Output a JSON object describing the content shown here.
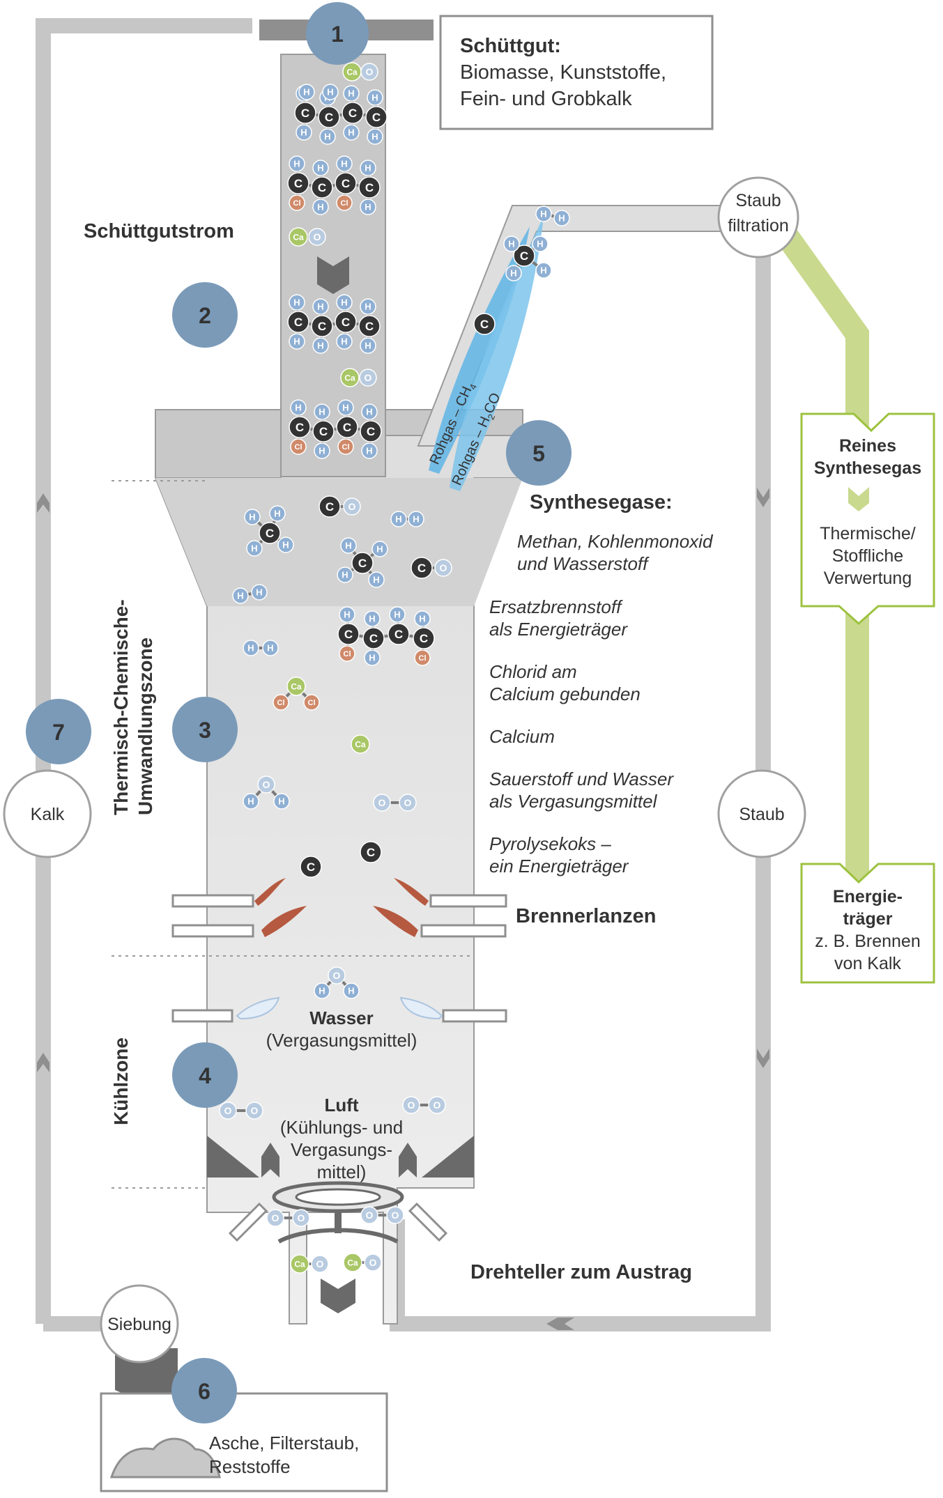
{
  "steps": [
    "1",
    "2",
    "3",
    "4",
    "5",
    "6",
    "7"
  ],
  "labels": {
    "schuettgut_title": "Schüttgut:",
    "schuettgut_line1": "Biomasse, Kunststoffe,",
    "schuettgut_line2": "Fein- und Grobkalk",
    "schuettgutstrom": "Schüttgutstrom",
    "synthesegase": "Synthesegase:",
    "methan_l1": "Methan, Kohlenmonoxid",
    "methan_l2": "und Wasserstoff",
    "ersatz_l1": "Ersatzbrennstoff",
    "ersatz_l2": "als Energieträger",
    "chlorid_l1": "Chlorid am",
    "chlorid_l2": "Calcium gebunden",
    "calcium": "Calcium",
    "sauer_l1": "Sauerstoff und Wasser",
    "sauer_l2": "als Vergasungsmittel",
    "pyro_l1": "Pyrolysekoks –",
    "pyro_l2": "ein Energieträger",
    "brennerlanzen": "Brennerlanzen",
    "wasser": "Wasser",
    "wasser_sub": "(Vergasungsmittel)",
    "luft": "Luft",
    "luft_l1": "(Kühlungs- und",
    "luft_l2": "Vergasungs-",
    "luft_l3": "mittel)",
    "drehteller": "Drehteller zum Austrag",
    "zone1_l1": "Thermisch-Chemische-",
    "zone1_l2": "Umwandlungszone",
    "zone2": "Kühlzone",
    "staub_f1": "Staub",
    "staub_f2": "filtration",
    "staub": "Staub",
    "kalk": "Kalk",
    "siebung": "Siebung",
    "asche_l1": "Asche, Filterstaub,",
    "asche_l2": "Reststoffe",
    "reines_l1": "Reines",
    "reines_l2": "Synthesegas",
    "thermische_l1": "Thermische/",
    "thermische_l2": "Stoffliche",
    "thermische_l3": "Verwertung",
    "energie_l1": "Energie-",
    "energie_l2": "träger",
    "energie_l3": "z. B. Brennen",
    "energie_l4": "von Kalk",
    "rohgas1": "Rohgas – CH",
    "rohgas1_sub": "4",
    "rohgas2": "Rohgas – H",
    "rohgas2_sub": "2",
    "rohgas2_end": "CO"
  },
  "atoms": {
    "H": "H",
    "C": "C",
    "Cl": "Cl",
    "Ca": "Ca",
    "O": "O"
  },
  "colors": {
    "pipe": "#c6c6c6",
    "reactor": "#dedede",
    "step_circle": "#7a9ab8",
    "green": "#c9d98e",
    "green_border": "#9dc23f",
    "hydrogen": "#8fb0d4",
    "carbon": "#333333",
    "chlorine": "#d08a6a",
    "calcium": "#a9c766",
    "oxygen": "#b8cbe0",
    "flame": "#b04a2e",
    "rohgas": "#5fb5e6"
  }
}
